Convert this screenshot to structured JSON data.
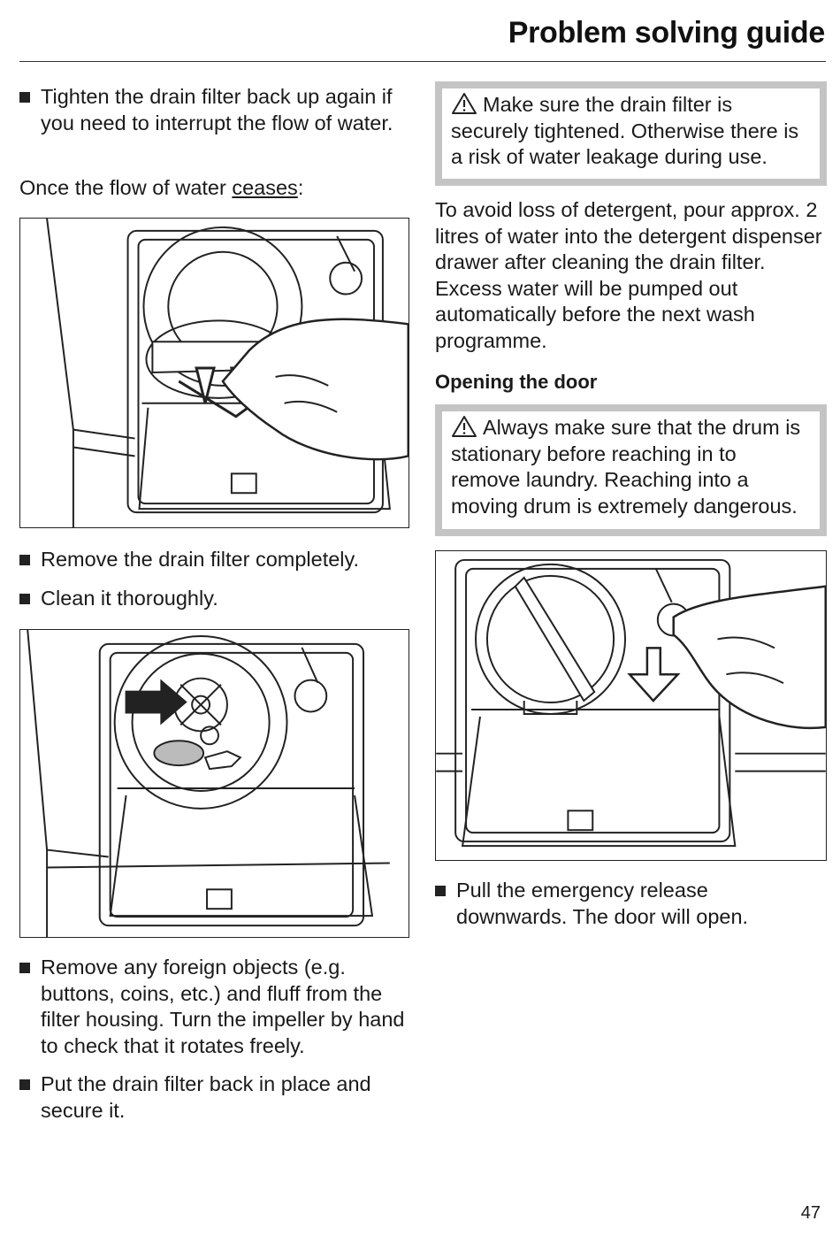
{
  "header": {
    "title": "Problem solving guide"
  },
  "left": {
    "bullet1": "Tighten the drain filter back up again if you need to interrupt the flow of water.",
    "once_prefix": "Once the flow of water ",
    "once_link": "ceases",
    "once_suffix": ":",
    "bullet2": "Remove the drain filter completely.",
    "bullet3": "Clean it thoroughly.",
    "bullet4": "Remove any foreign objects (e.g. buttons, coins, etc.) and fluff from the filter housing. Turn the impeller by hand to check that it rotates freely.",
    "bullet5": "Put the drain filter back in place and secure it."
  },
  "right": {
    "warning1": "Make sure the drain filter is securely tightened. Otherwise there is a risk of water leakage during use.",
    "paragraph": "To avoid loss of detergent, pour approx. 2 litres of water into the detergent dispenser drawer after cleaning the drain filter. Excess water will be pumped out automatically before the next wash programme.",
    "heading": "Opening the door",
    "warning2": "Always make sure that the drum is stationary before reaching in to remove laundry. Reaching into a moving drum is extremely dangerous.",
    "bullet6": "Pull the emergency release downwards. The door will open."
  },
  "icons": {
    "warning": "warning-triangle-icon",
    "bullet": "square-bullet-icon"
  },
  "colors": {
    "warning_border": "#c4c4c4",
    "text": "#1a1a1a"
  },
  "footer": {
    "page_number": "47"
  }
}
